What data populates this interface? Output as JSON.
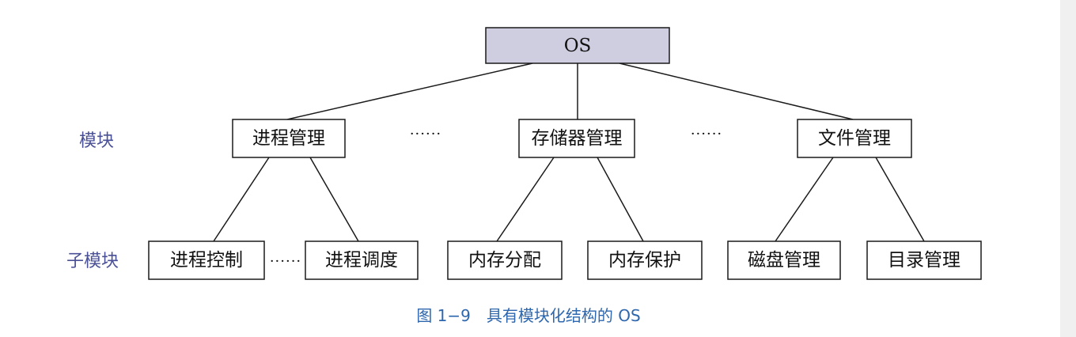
{
  "row_labels": {
    "module": "模块",
    "submodule": "子模块"
  },
  "nodes": {
    "root": "OS",
    "process_mgmt": "进程管理",
    "memory_mgmt": "存储器管理",
    "file_mgmt": "文件管理",
    "process_control": "进程控制",
    "process_scheduling": "进程调度",
    "memory_allocation": "内存分配",
    "memory_protection": "内存保护",
    "disk_mgmt": "磁盘管理",
    "directory_mgmt": "目录管理"
  },
  "ellipses": {
    "module_gap_1": "······",
    "module_gap_2": "······",
    "submodule_gap": "······"
  },
  "caption": "图 1−9　具有模块化结构的 OS",
  "colors": {
    "root_fill": "#cfcde0",
    "label": "#4a5096",
    "caption": "#2e67ad"
  }
}
